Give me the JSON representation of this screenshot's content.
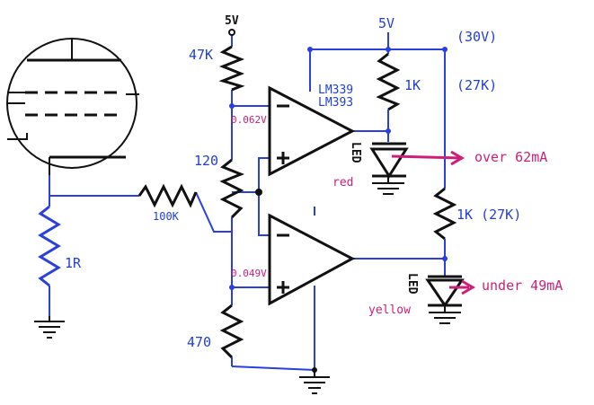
{
  "labels": {
    "supply_left": "5V",
    "supply_right": "5V",
    "supply_alt": "(30V)",
    "r_top": "47K",
    "r_mid": "120",
    "r_bottom": "470",
    "r_series": "100K",
    "r_cathode": "1R",
    "r_led_top": "1K",
    "r_led_top_alt": "(27K)",
    "r_led_bottom": "1K (27K)",
    "chip_1": "LM339",
    "chip_2": "LM393",
    "volt_upper": "0.062V",
    "volt_lower": "0.049V",
    "led_top": "LED",
    "led_top_color": "red",
    "led_bottom": "LED",
    "led_bottom_color": "yellow",
    "arrow_over": "over 62mA",
    "arrow_under": "under 49mA"
  },
  "colors": {
    "wire": "#2a3fe0",
    "label": "#1f3fd6",
    "accent": "#cc1f7a",
    "component": "#111111"
  }
}
